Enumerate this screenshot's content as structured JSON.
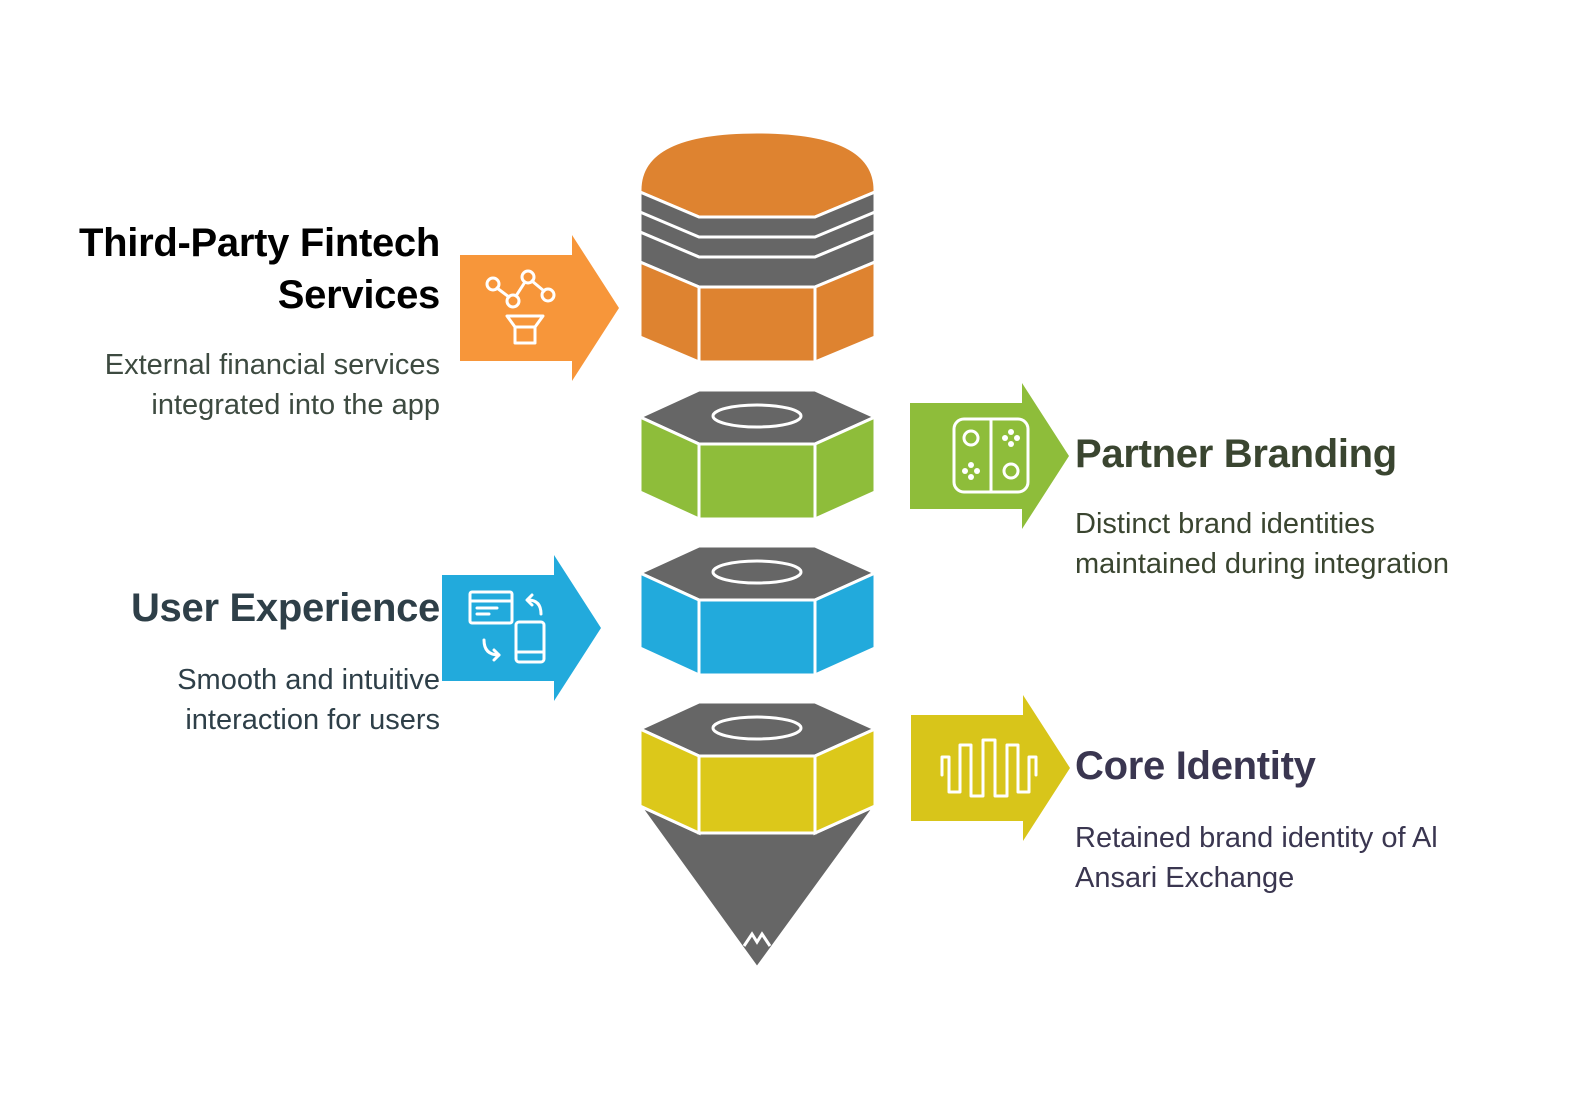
{
  "items": [
    {
      "title": "Third-Party Fintech Services",
      "description": "External financial services integrated into the app",
      "icon": "chart-funnel-icon",
      "color": "#F7963A",
      "layer_color": "#DE8330",
      "title_color": "#000000",
      "desc_color": "#3D4A40"
    },
    {
      "title": "Partner Branding",
      "description": "Distinct brand identities maintained during integration",
      "icon": "game-controller-icon",
      "color": "#8EBD3A",
      "layer_color": "#8EBD3A",
      "title_color": "#3A4530",
      "desc_color": "#3A4530"
    },
    {
      "title": "User Experience",
      "description": "Smooth and intuitive interaction for users",
      "icon": "devices-sync-icon",
      "color": "#22AADC",
      "layer_color": "#22AADC",
      "title_color": "#2E3F48",
      "desc_color": "#2E3F48"
    },
    {
      "title": "Core Identity",
      "description": "Retained brand identity of Al Ansari Exchange",
      "icon": "square-wave-icon",
      "color": "#D8C51A",
      "layer_color": "#DCC81A",
      "title_color": "#3A3650",
      "desc_color": "#3A3650"
    }
  ],
  "pencil_gray": "#666666"
}
